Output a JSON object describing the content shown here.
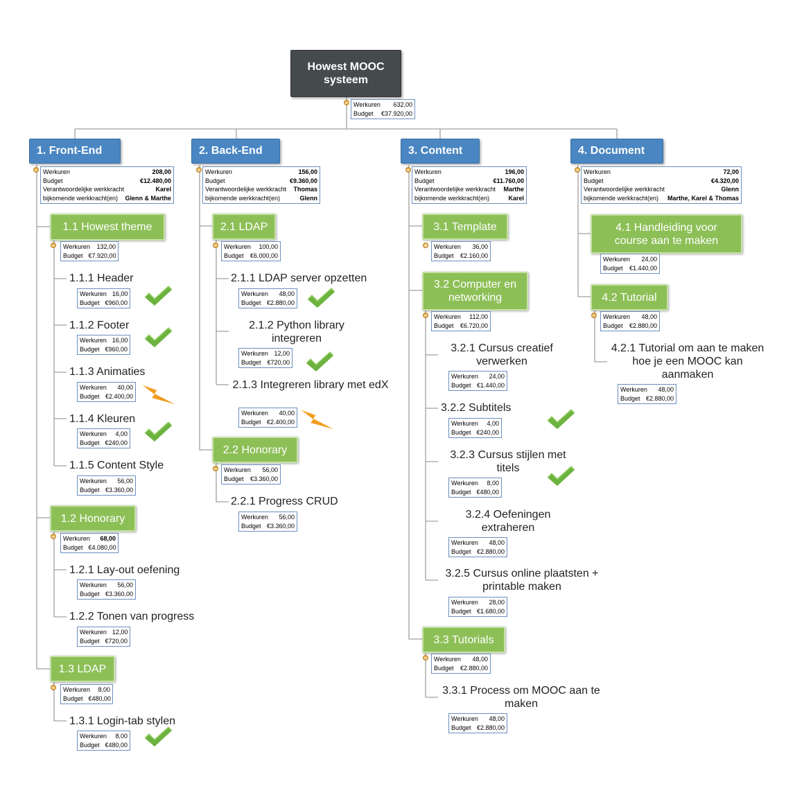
{
  "labels": {
    "werkuren": "Werkuren",
    "budget": "Budget",
    "verantwoordelijke": "Verantwoordelijke werkkracht",
    "bijkomende": "bijkomende werkkracht(en)"
  },
  "root": {
    "title": "Howest MOOC systeem",
    "werkuren": "632,00",
    "budget": "€37.920,00"
  },
  "branches": [
    {
      "label": "1.  Front-End",
      "werkuren": "208,00",
      "budget": "€12.480,00",
      "verantwoordelijke": "Karel",
      "bijkomende": "Glenn & Marthe"
    },
    {
      "label": "2.  Back-End",
      "werkuren": "156,00",
      "budget": "€9.360,00",
      "verantwoordelijke": "Thomas",
      "bijkomende": "Glenn"
    },
    {
      "label": "3.  Content",
      "werkuren": "196,00",
      "budget": "€11.760,00",
      "verantwoordelijke": "Marthe",
      "bijkomende": "Karel"
    },
    {
      "label": "4.  Document",
      "werkuren": "72,00",
      "budget": "€4.320,00",
      "verantwoordelijke": "Glenn",
      "bijkomende": "Marthe, Karel & Thomas"
    }
  ],
  "subtasks": {
    "t1_1": {
      "label": "1.1  Howest theme",
      "werkuren": "132,00",
      "budget": "€7.920,00"
    },
    "t1_2": {
      "label": "1.2  Honorary",
      "werkuren": "68,00",
      "budget": "€4.080,00"
    },
    "t1_3": {
      "label": "1.3  LDAP",
      "werkuren": "8,00",
      "budget": "€480,00"
    },
    "t2_1": {
      "label": "2.1  LDAP",
      "werkuren": "100,00",
      "budget": "€6.000,00"
    },
    "t2_2": {
      "label": "2.2  Honorary",
      "werkuren": "56,00",
      "budget": "€3.360,00"
    },
    "t3_1": {
      "label": "3.1  Template",
      "werkuren": "36,00",
      "budget": "€2.160,00"
    },
    "t3_2": {
      "label": "3.2  Computer en networking",
      "werkuren": "112,00",
      "budget": "€6.720,00"
    },
    "t3_3": {
      "label": "3.3  Tutorials",
      "werkuren": "48,00",
      "budget": "€2.880,00"
    },
    "t4_1": {
      "label": "4.1      Handleiding voor course aan te maken",
      "werkuren": "24,00",
      "budget": "€1.440,00"
    },
    "t4_2": {
      "label": "4.2  Tutorial",
      "werkuren": "48,00",
      "budget": "€2.880,00"
    }
  },
  "leaves": {
    "t1_1_1": {
      "label": "1.1.1  Header",
      "werkuren": "16,00",
      "budget": "€960,00",
      "status": "done"
    },
    "t1_1_2": {
      "label": "1.1.2  Footer",
      "werkuren": "16,00",
      "budget": "€960,00",
      "status": "done"
    },
    "t1_1_3": {
      "label": "1.1.3  Animaties",
      "werkuren": "40,00",
      "budget": "€2.400,00",
      "status": "in-progress"
    },
    "t1_1_4": {
      "label": "1.1.4  Kleuren",
      "werkuren": "4,00",
      "budget": "€240,00",
      "status": "done"
    },
    "t1_1_5": {
      "label": "1.1.5  Content Style",
      "werkuren": "56,00",
      "budget": "€3.360,00",
      "status": ""
    },
    "t1_2_1": {
      "label": "1.2.1  Lay-out oefening",
      "werkuren": "56,00",
      "budget": "€3.360,00",
      "status": ""
    },
    "t1_2_2": {
      "label": "1.2.2  Tonen van progress",
      "werkuren": "12,00",
      "budget": "€720,00",
      "status": ""
    },
    "t1_3_1": {
      "label": "1.3.1  Login-tab stylen",
      "werkuren": "8,00",
      "budget": "€480,00",
      "status": "done"
    },
    "t2_1_1": {
      "label": "2.1.1  LDAP server opzetten",
      "werkuren": "48,00",
      "budget": "€2.880,00",
      "status": "done"
    },
    "t2_1_2": {
      "label": "2.1.2  Python library integreren",
      "werkuren": "12,00",
      "budget": "€720,00",
      "status": "done"
    },
    "t2_1_3": {
      "label": "2.1.3  Integreren library met edX",
      "werkuren": "40,00",
      "budget": "€2.400,00",
      "status": "in-progress"
    },
    "t2_2_1": {
      "label": "2.2.1  Progress CRUD",
      "werkuren": "56,00",
      "budget": "€3.360,00",
      "status": ""
    },
    "t3_2_1": {
      "label": "3.2.1  Cursus creatief verwerken",
      "werkuren": "24,00",
      "budget": "€1.440,00",
      "status": ""
    },
    "t3_2_2": {
      "label": "3.2.2  Subtitels",
      "werkuren": "4,00",
      "budget": "€240,00",
      "status": "done"
    },
    "t3_2_3": {
      "label": "3.2.3  Cursus stijlen met titels",
      "werkuren": "8,00",
      "budget": "€480,00",
      "status": "done"
    },
    "t3_2_4": {
      "label": "3.2.4  Oefeningen extraheren",
      "werkuren": "48,00",
      "budget": "€2.880,00",
      "status": ""
    },
    "t3_2_5": {
      "label": "3.2.5  Cursus online plaatsten + printable maken",
      "werkuren": "28,00",
      "budget": "€1.680,00",
      "status": ""
    },
    "t3_3_1": {
      "label": "3.3.1  Process om MOOC aan te maken",
      "werkuren": "48,00",
      "budget": "€2.880,00",
      "status": ""
    },
    "t4_2_1": {
      "label": "4.2.1     Tutorial om aan te maken hoe je een MOOC kan aanmaken",
      "werkuren": "48,00",
      "budget": "€2.880,00",
      "status": ""
    }
  },
  "colors": {
    "root": "#454a4c",
    "branch": "#4a86c2",
    "subtask": "#8dbf57",
    "check": "#6cb33f",
    "bolt": "#f29c1f",
    "connector": "#9a9a9a"
  }
}
